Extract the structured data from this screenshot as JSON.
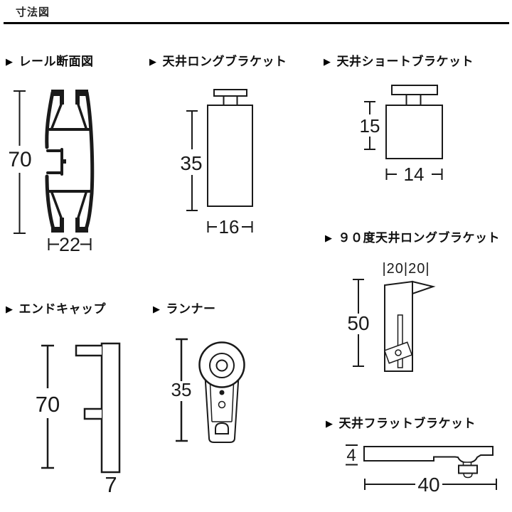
{
  "header": {
    "title": "寸法図"
  },
  "icons": {
    "bullet": "▶"
  },
  "colors": {
    "ink": "#1a1a1a",
    "divider": "#000000"
  },
  "diagrams": {
    "rail": {
      "title": "レール断面図",
      "height": "70",
      "width": "22"
    },
    "ceiling_long_bracket": {
      "title": "天井ロングブラケット",
      "height": "35",
      "width": "16"
    },
    "ceiling_short_bracket": {
      "title": "天井ショートブラケット",
      "height": "15",
      "width": "14"
    },
    "ceiling_long_bracket_90": {
      "title": "９０度天井ロングブラケット",
      "top_dim": "|20|20|",
      "height": "50"
    },
    "end_cap": {
      "title": "エンドキャップ",
      "height": "70",
      "width": "7"
    },
    "runner": {
      "title": "ランナー",
      "height": "35"
    },
    "ceiling_flat_bracket": {
      "title": "天井フラットブラケット",
      "height": "4",
      "width": "40"
    }
  }
}
